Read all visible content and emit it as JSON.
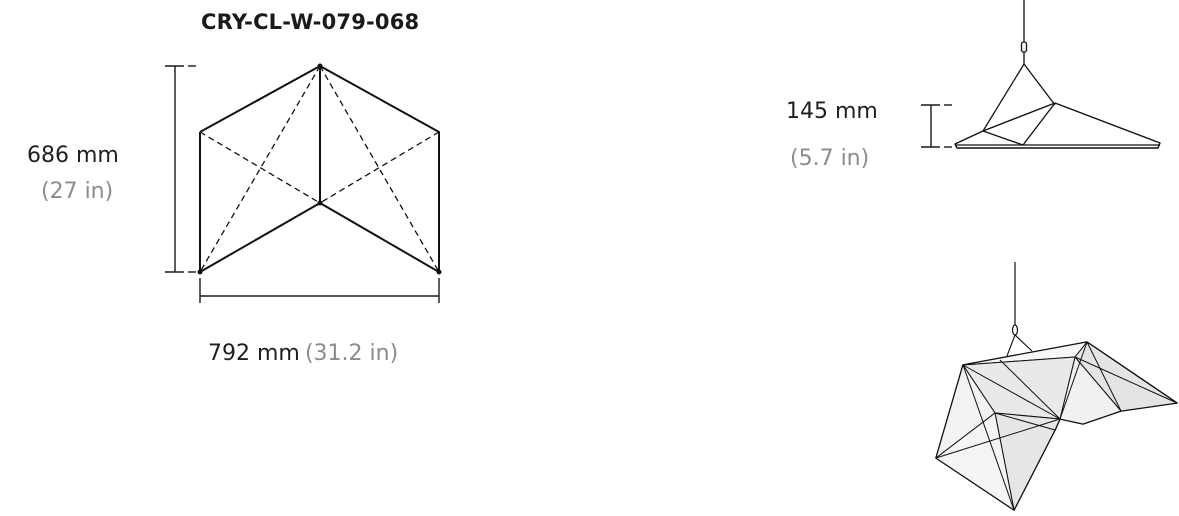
{
  "product_code": "CRY-CL-W-079-068",
  "height": {
    "metric": "686 mm",
    "imperial": "(27 in)"
  },
  "width": {
    "metric": "792 mm",
    "imperial": "(31.2 in)"
  },
  "thickness": {
    "metric": "145 mm",
    "imperial": "(5.7 in)"
  }
}
